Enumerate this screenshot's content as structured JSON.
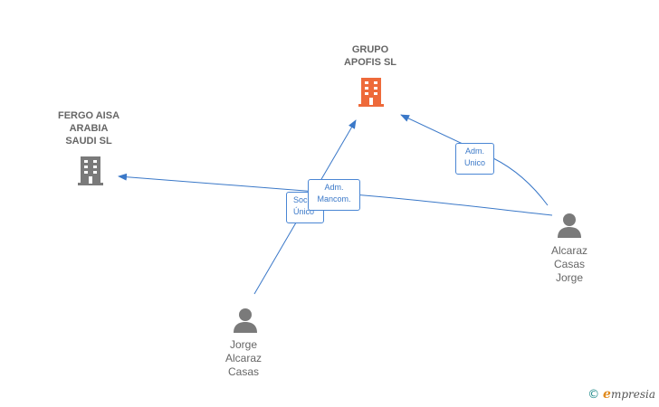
{
  "nodes": {
    "grupo_apofis": {
      "label": "GRUPO\nAPOFIS  SL",
      "color": "#ee6a3a"
    },
    "fergo_aisa": {
      "label": "FERGO AISA\nARABIA\nSAUDI SL",
      "color": "#7a7a7a"
    },
    "alcaraz_casas_jorge": {
      "label": "Alcaraz\nCasas\nJorge",
      "color": "#7a7a7a"
    },
    "jorge_alcaraz_casas": {
      "label": "Jorge\nAlcaraz\nCasas",
      "color": "#7a7a7a"
    }
  },
  "edges": {
    "alcaraz_to_grupo": {
      "label": "Adm.\nUnico"
    },
    "alcaraz_to_fergo": {
      "label": "Adm.\nMancom."
    },
    "jorge_to_grupo": {
      "label": "Soc\nÚnico"
    }
  },
  "edge_color": "#3a78c8",
  "brand": {
    "copyright": "©",
    "e": "e",
    "name": "mpresia"
  }
}
